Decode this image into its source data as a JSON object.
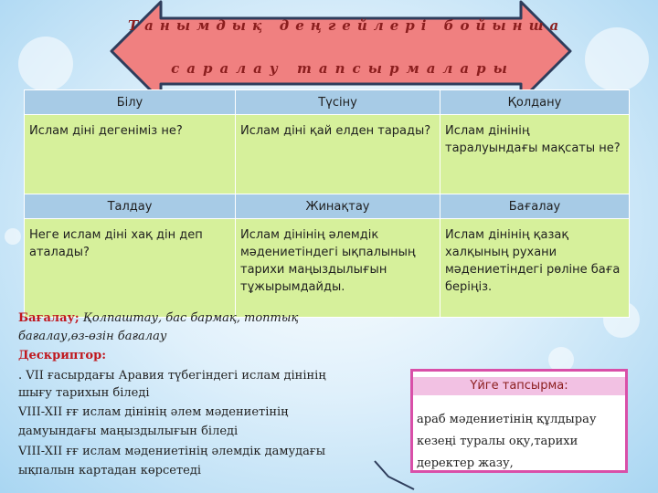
{
  "title": {
    "line1": "Танымдық деңгейлері бойынша",
    "line2": "саралау тапсырмалары"
  },
  "table": {
    "header_row_1": [
      "Білу",
      "Түсіну",
      "Қолдану"
    ],
    "row_1": [
      "Ислам діні дегеніміз не?",
      "Ислам діні қай елден тарады?",
      "Ислам дінінің таралуындағы мақсаты не?"
    ],
    "header_row_2": [
      "Талдау",
      "Жинақтау",
      "Бағалау"
    ],
    "row_2": [
      "Неге ислам діні хақ дін деп аталады?",
      "Ислам дінінің әлемдік мәдениетіндегі ықпалының тарихи маңыздылығын тұжырымдайды.",
      "Ислам дінінің қазақ халқының рухани мәдениетіндегі рөліне баға беріңіз."
    ]
  },
  "assessment": {
    "label": "Бағалау;",
    "methods_line1": "Қолпаштау, бас бармақ, топтық",
    "methods_line2": "бағалау,өз-өзін бағалау"
  },
  "descriptor": {
    "label": "Дескриптор:",
    "lines": [
      ". VII ғасырдағы Аравия түбегіндегі ислам дінінің",
      "шығу тарихын  біледі",
      "VIII-XII ғғ ислам  дінінің  әлем мәдениетінің",
      "дамуындағы маңыздылығын біледі",
      "VIII-XII ғғ ислам  мәдениетінің  әлемдік дамудағы",
      "ықпалын картадан көрсетеді"
    ]
  },
  "homework": {
    "title": "Үйге тапсырма:",
    "lines": [
      "араб мәдениетінің құлдырау",
      "кезеңі туралы оқу,тарихи",
      "деректер  жазу,"
    ]
  },
  "colors": {
    "arrow_fill": "#f08080",
    "arrow_stroke": "#2e3d5c",
    "header_bg": "#a7cbe6",
    "body_bg": "#d6f09b",
    "accent_red": "#c0171d",
    "homework_border": "#d94fa8"
  }
}
